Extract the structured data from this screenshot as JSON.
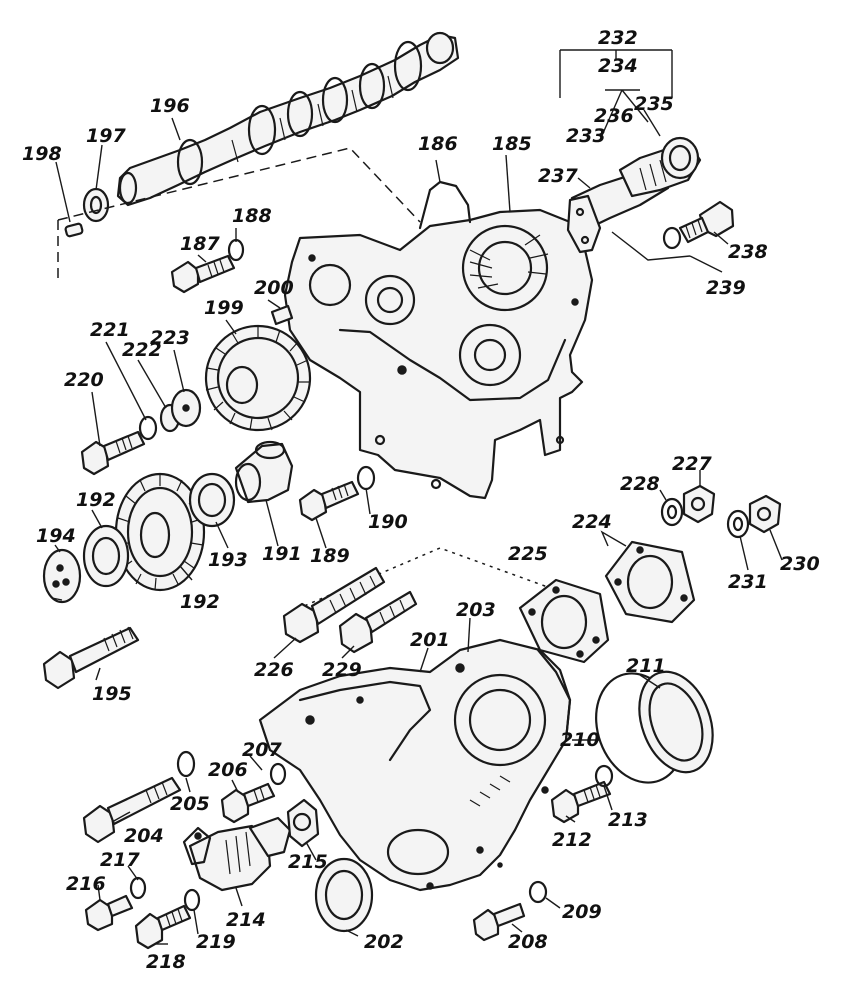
{
  "callouts": {
    "c185": "185",
    "c186": "186",
    "c187": "187",
    "c188": "188",
    "c189": "189",
    "c190": "190",
    "c191": "191",
    "c192a": "192",
    "c192b": "192",
    "c193": "193",
    "c194": "194",
    "c195": "195",
    "c196": "196",
    "c197": "197",
    "c198": "198",
    "c199": "199",
    "c200": "200",
    "c201": "201",
    "c202": "202",
    "c203": "203",
    "c204": "204",
    "c205": "205",
    "c206": "206",
    "c207": "207",
    "c208": "208",
    "c209": "209",
    "c210": "210",
    "c211": "211",
    "c212": "212",
    "c213": "213",
    "c214": "214",
    "c215": "215",
    "c216": "216",
    "c217": "217",
    "c218": "218",
    "c219": "219",
    "c220": "220",
    "c221": "221",
    "c222": "222",
    "c223": "223",
    "c224": "224",
    "c225": "225",
    "c226": "226",
    "c227": "227",
    "c228": "228",
    "c229": "229",
    "c230": "230",
    "c231": "231",
    "c232": "232",
    "c233": "233",
    "c234": "234",
    "c235": "235",
    "c236": "236",
    "c237": "237",
    "c238": "238",
    "c239": "239"
  }
}
